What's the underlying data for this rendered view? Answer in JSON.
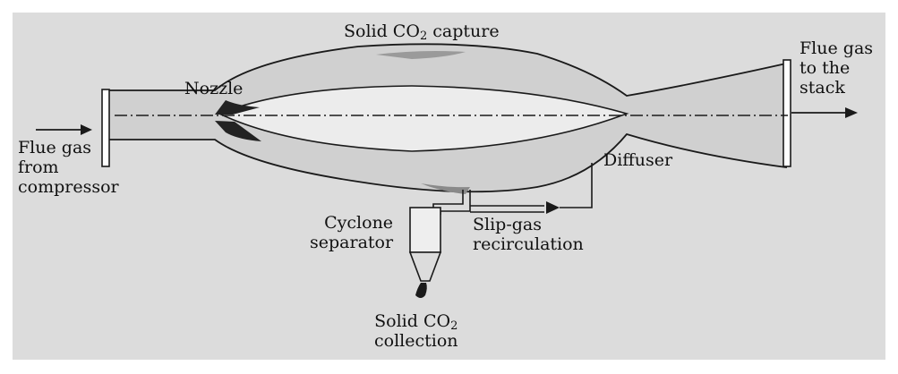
{
  "labels": {
    "solid_capture_prefix": "Solid CO",
    "solid_capture_sub": "2",
    "solid_capture_suffix": " capture",
    "nozzle": "Nozzle",
    "flue_in_1": "Flue gas",
    "flue_in_2": "from",
    "flue_in_3": "compressor",
    "flue_out_1": "Flue gas",
    "flue_out_2": "to the",
    "flue_out_3": "stack",
    "diffuser": "Diffuser",
    "cyclone_1": "Cyclone",
    "cyclone_2": "separator",
    "slip_1": "Slip-gas",
    "slip_2": "recirculation",
    "collection_prefix": "Solid CO",
    "collection_sub": "2",
    "collection_suffix": "",
    "collection_2": "collection"
  },
  "colors": {
    "background": "#dcdcdc",
    "outer_body": "#d0d0d0",
    "inner_core": "#ececec",
    "stroke": "#1a1a1a",
    "deposit": "#222222"
  }
}
